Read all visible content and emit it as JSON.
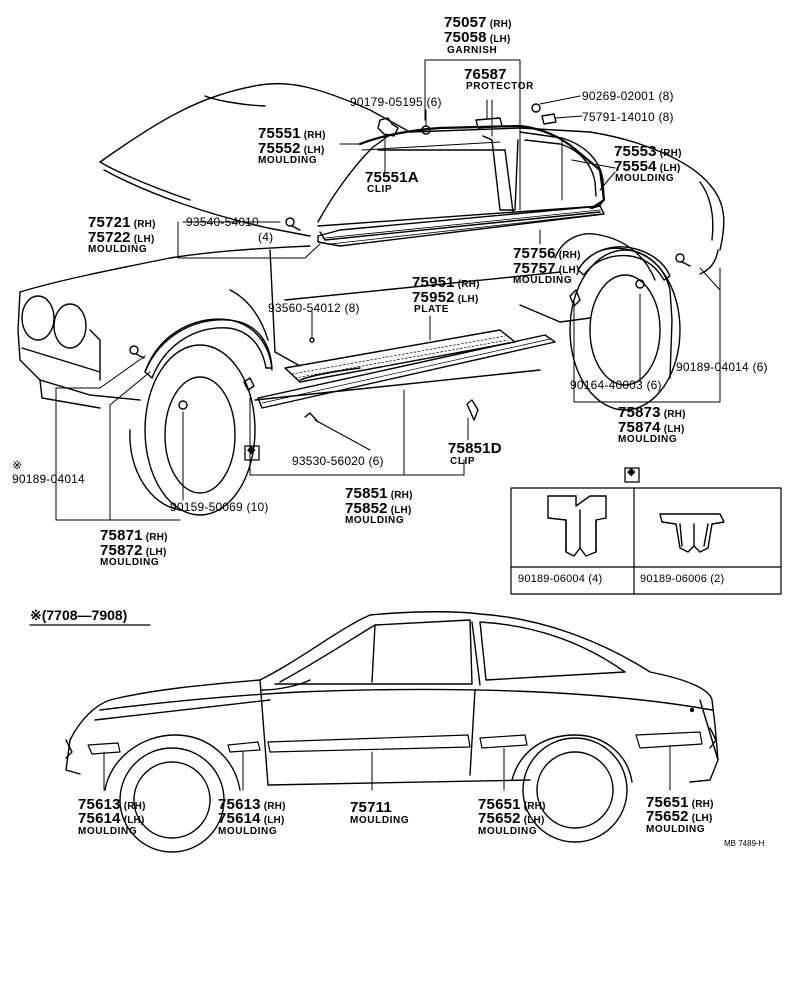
{
  "diagram": {
    "era_label": "※(7708—7908)",
    "code": "MB  7489-H",
    "inset_marker": "◆",
    "callouts": {
      "garnish": {
        "pn1": "75057",
        "side1": "(RH)",
        "pn2": "75058",
        "side2": "(LH)",
        "name": "GARNISH"
      },
      "protector": {
        "pn": "76587",
        "name": "PROTECTOR"
      },
      "ref_90179": "90179-05195 (6)",
      "ref_90269": "90269-02001 (8)",
      "ref_75791": "75791-14010 (8)",
      "moulding_75551": {
        "pn1": "75551",
        "side1": "(RH)",
        "pn2": "75552",
        "side2": "(LH)",
        "name": "MOULDING"
      },
      "clip_75551a": {
        "pn": "75551A",
        "name": "CLIP"
      },
      "moulding_75553": {
        "pn1": "75553",
        "side1": "(RH)",
        "pn2": "75554",
        "side2": "(LH)",
        "name": "MOULDING"
      },
      "moulding_75721": {
        "pn1": "75721",
        "side1": "(RH)",
        "pn2": "75722",
        "side2": "(LH)",
        "name": "MOULDING"
      },
      "ref_93540": "93540-54010",
      "ref_93540_qty": "(4)",
      "moulding_75756": {
        "pn1": "75756",
        "side1": "(RH)",
        "pn2": "75757",
        "side2": "(LH)",
        "name": "MOULDING"
      },
      "plate_75951": {
        "pn1": "75951",
        "side1": "(RH)",
        "pn2": "75952",
        "side2": "(LH)",
        "name": "PLATE"
      },
      "ref_93560": "93560-54012 (8)",
      "ref_90189_6": "90189-04014 (6)",
      "ref_90164": "90164-40003 (6)",
      "moulding_75873": {
        "pn1": "75873",
        "side1": "(RH)",
        "pn2": "75874",
        "side2": "(LH)",
        "name": "MOULDING"
      },
      "ref_90189_star": "※\n90189-04014",
      "ref_93530": "93530-56020 (6)",
      "clip_75851d": {
        "pn": "75851D",
        "name": "CLIP"
      },
      "ref_90159": "90159-50069 (10)",
      "moulding_75851": {
        "pn1": "75851",
        "side1": "(RH)",
        "pn2": "75852",
        "side2": "(LH)",
        "name": "MOULDING"
      },
      "moulding_75871": {
        "pn1": "75871",
        "side1": "(RH)",
        "pn2": "75872",
        "side2": "(LH)",
        "name": "MOULDING"
      }
    },
    "inset": {
      "left_ref": "90189-06004 (4)",
      "right_ref": "90189-06006 (2)"
    },
    "lower": {
      "m1": {
        "pn1": "75613",
        "side1": "(RH)",
        "pn2": "75614",
        "side2": "(LH)",
        "name": "MOULDING"
      },
      "m2": {
        "pn1": "75613",
        "side1": "(RH)",
        "pn2": "75614",
        "side2": "(LH)",
        "name": "MOULDING"
      },
      "m3": {
        "pn": "75711",
        "name": "MOULDING"
      },
      "m4": {
        "pn1": "75651",
        "side1": "(RH)",
        "pn2": "75652",
        "side2": "(LH)",
        "name": "MOULDING"
      },
      "m5": {
        "pn1": "75651",
        "side1": "(RH)",
        "pn2": "75652",
        "side2": "(LH)",
        "name": "MOULDING"
      }
    }
  }
}
